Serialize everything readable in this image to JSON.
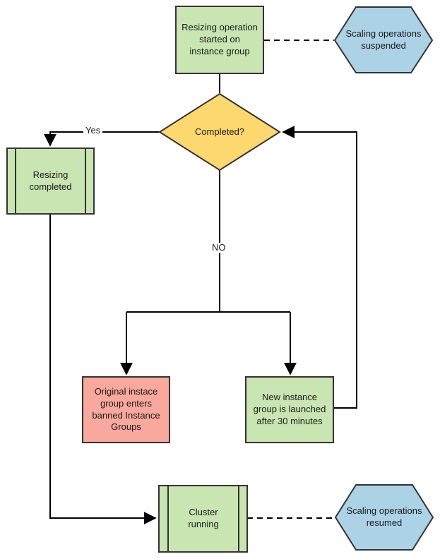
{
  "diagram": {
    "type": "flowchart",
    "nodes": {
      "start": {
        "label": "Resizing operation\nstarted on\ninstance group",
        "shape": "process"
      },
      "suspended": {
        "label": "Scaling operations\nsuspended",
        "shape": "hexagon"
      },
      "completed": {
        "label": "Completed?",
        "shape": "decision"
      },
      "resizing_completed": {
        "label": "Resizing\ncompleted",
        "shape": "predefined-process"
      },
      "banned": {
        "label": "Original instace\ngroup enters\nbanned Instance\nGroups",
        "shape": "process"
      },
      "new_group": {
        "label": "New instance\ngroup is launched\nafter 30 minutes",
        "shape": "process"
      },
      "cluster": {
        "label": "Cluster\nrunning",
        "shape": "predefined-process"
      },
      "resumed": {
        "label": "Scaling operations\nresumed",
        "shape": "hexagon"
      }
    },
    "edge_labels": {
      "yes": "Yes",
      "no": "NO"
    },
    "colors": {
      "green": "#C9E5B2",
      "blue": "#ACD2E6",
      "yellow": "#FCD86E",
      "red": "#F9A89D",
      "stroke": "#333333",
      "connector": "#000000"
    }
  }
}
